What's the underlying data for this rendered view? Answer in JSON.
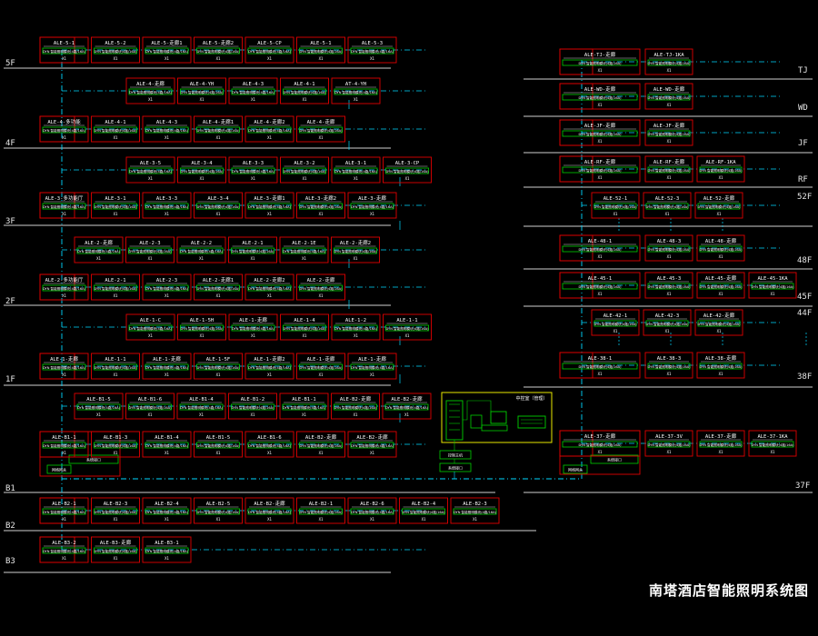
{
  "title": "南塔酒店智能照明系统图",
  "colors": {
    "background": "#000000",
    "panel_outer": "#e00000",
    "panel_inner": "#00d000",
    "device_text": "#ffffff",
    "bus": "#00d8ff",
    "floor_line": "#cfcfcf",
    "workstation": "#e8e800"
  },
  "module_text": "DYN 智能照明模块(4路/16A)",
  "module_sub": "X1",
  "left": {
    "floors": [
      "5F",
      "4F",
      "3F",
      "2F",
      "1F",
      "B1",
      "B2",
      "B3"
    ],
    "rows": [
      [
        "ALE-5-1",
        "ALE-5-2",
        "ALE-5-走廊1",
        "ALE-5-走廊2",
        "ALE-5-CP",
        "ALE-5-1",
        "ALE-5-3"
      ],
      [
        "ALE-4-走廊",
        "ALE-4-YH",
        "ALE-4-3",
        "ALE-4-1",
        "AT-4-YH"
      ],
      [
        "ALE-4-多功能",
        "ALE-4-1",
        "ALE-4-3",
        "ALE-4-走廊1",
        "ALE-4-走廊2",
        "ALE-4-走廊"
      ],
      [
        "ALE-3-5",
        "ALE-3-4",
        "ALE-3-3",
        "ALE-3-2",
        "ALE-3-1",
        "ALE-3-CP"
      ],
      [
        "ALE-3-多功能厅",
        "ALE-3-1",
        "ALE-3-3",
        "ALE-3-4",
        "ALE-3-走廊1",
        "ALE-3-走廊2",
        "ALE-3-走廊"
      ],
      [
        "ALE-2-走廊",
        "ALE-2-3",
        "ALE-2-2",
        "ALE-2-1",
        "ALE-2-1E",
        "ALE-2-走廊2"
      ],
      [
        "ALE-2-多功能厅",
        "ALE-2-1",
        "ALE-2-3",
        "ALE-2-走廊1",
        "ALE-2-走廊2",
        "ALE-2-走廊"
      ],
      [
        "ALE-1-C",
        "ALE-1-5H",
        "ALE-1-走廊",
        "ALE-1-4",
        "ALE-1-2",
        "ALE-1-1"
      ],
      [
        "ALE-1-走廊",
        "ALE-1-1",
        "ALE-1-走廊",
        "ALE-1-5F",
        "ALE-1-走廊2",
        "ALE-1-走廊",
        "ALE-1-走廊"
      ],
      [
        "ALE-B1-5",
        "ALE-B1-6",
        "ALE-B1-4",
        "ALE-B1-2",
        "ALE-B1-1",
        "ALE-B2-走廊",
        "ALE-B2-走廊"
      ],
      [
        "ALE-B1-1",
        "ALE-B1-3",
        "ALE-B1-4",
        "ALE-B1-5",
        "ALE-B1-6",
        "ALE-B2-走廊",
        "ALE-B2-走廊"
      ],
      [
        "ALE-B2-1",
        "ALE-B2-3",
        "ALE-B2-4",
        "ALE-B2-5",
        "ALE-B2-走廊",
        "ALE-B2-1",
        "ALE-B2-6",
        "ALE-B2-4",
        "ALE-B2-3"
      ],
      [
        "ALE-B3-2",
        "ALE-B3-走廊",
        "ALE-B3-1"
      ]
    ]
  },
  "right": {
    "floors": [
      "TJ",
      "WD",
      "JF",
      "RF",
      "52F",
      "48F",
      "45F",
      "44F",
      "38F",
      "37F"
    ],
    "rows": [
      [
        "ALE-TJ-走廊",
        "ALE-TJ-1KA"
      ],
      [
        "ALE-WD-走廊",
        "ALE-WD-走廊"
      ],
      [
        "ALE-JF-走廊",
        "ALE-JF-走廊"
      ],
      [
        "ALE-RF-走廊",
        "ALE-RF-走廊",
        "ALE-RF-1KA"
      ],
      [
        "ALE-52-1",
        "ALE-52-3",
        "ALE-52-走廊"
      ],
      [
        "ALE-48-1",
        "ALE-48-3",
        "ALE-48-走廊"
      ],
      [
        "ALE-45-1",
        "ALE-45-3",
        "ALE-45-走廊",
        "ALE-45-1KA"
      ],
      [
        "ALE-42-1",
        "ALE-42-3",
        "ALE-42-走廊"
      ],
      [
        "ALE-38-1",
        "ALE-38-3",
        "ALE-38-走廊"
      ],
      [
        "ALE-37-走廊",
        "ALE-37-3V",
        "ALE-37-走廊",
        "ALE-37-1KA"
      ]
    ]
  },
  "gateway_label": "网络网关",
  "interface_label": "系统接口",
  "control_label": "控制主机",
  "workstation_label": "中控室（管理）"
}
